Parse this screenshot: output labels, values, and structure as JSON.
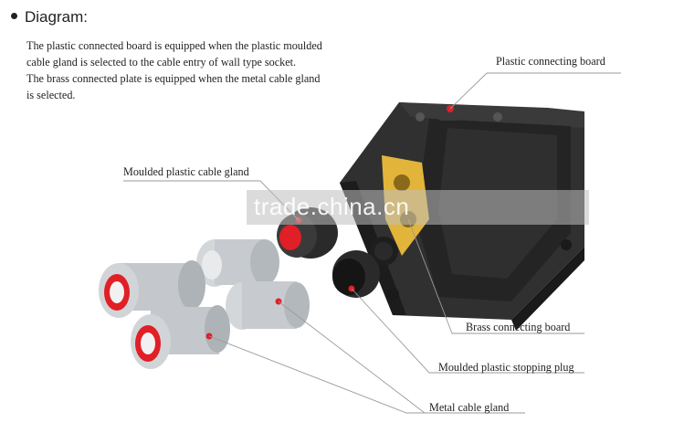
{
  "heading": "Diagram:",
  "description": [
    "The plastic connected board is equipped when the plastic moulded",
    "cable gland is selected to the cable entry of wall type socket.",
    "The brass connected plate is equipped when the metal cable gland",
    "is selected."
  ],
  "labels": {
    "plastic_connecting_board": "Plastic connecting board",
    "moulded_plastic_cable_gland": "Moulded plastic cable gland",
    "brass_connecting_board": "Brass connecting board",
    "moulded_plastic_stopping_plug": "Moulded plastic stopping plug",
    "metal_cable_gland": "Metal cable gland"
  },
  "watermark": "trade.china.cn",
  "colors": {
    "marker": "#e01f26",
    "housing": "#2b2b2b",
    "brass_plate": "#e2b53a",
    "metal": "#c9cdd1"
  }
}
